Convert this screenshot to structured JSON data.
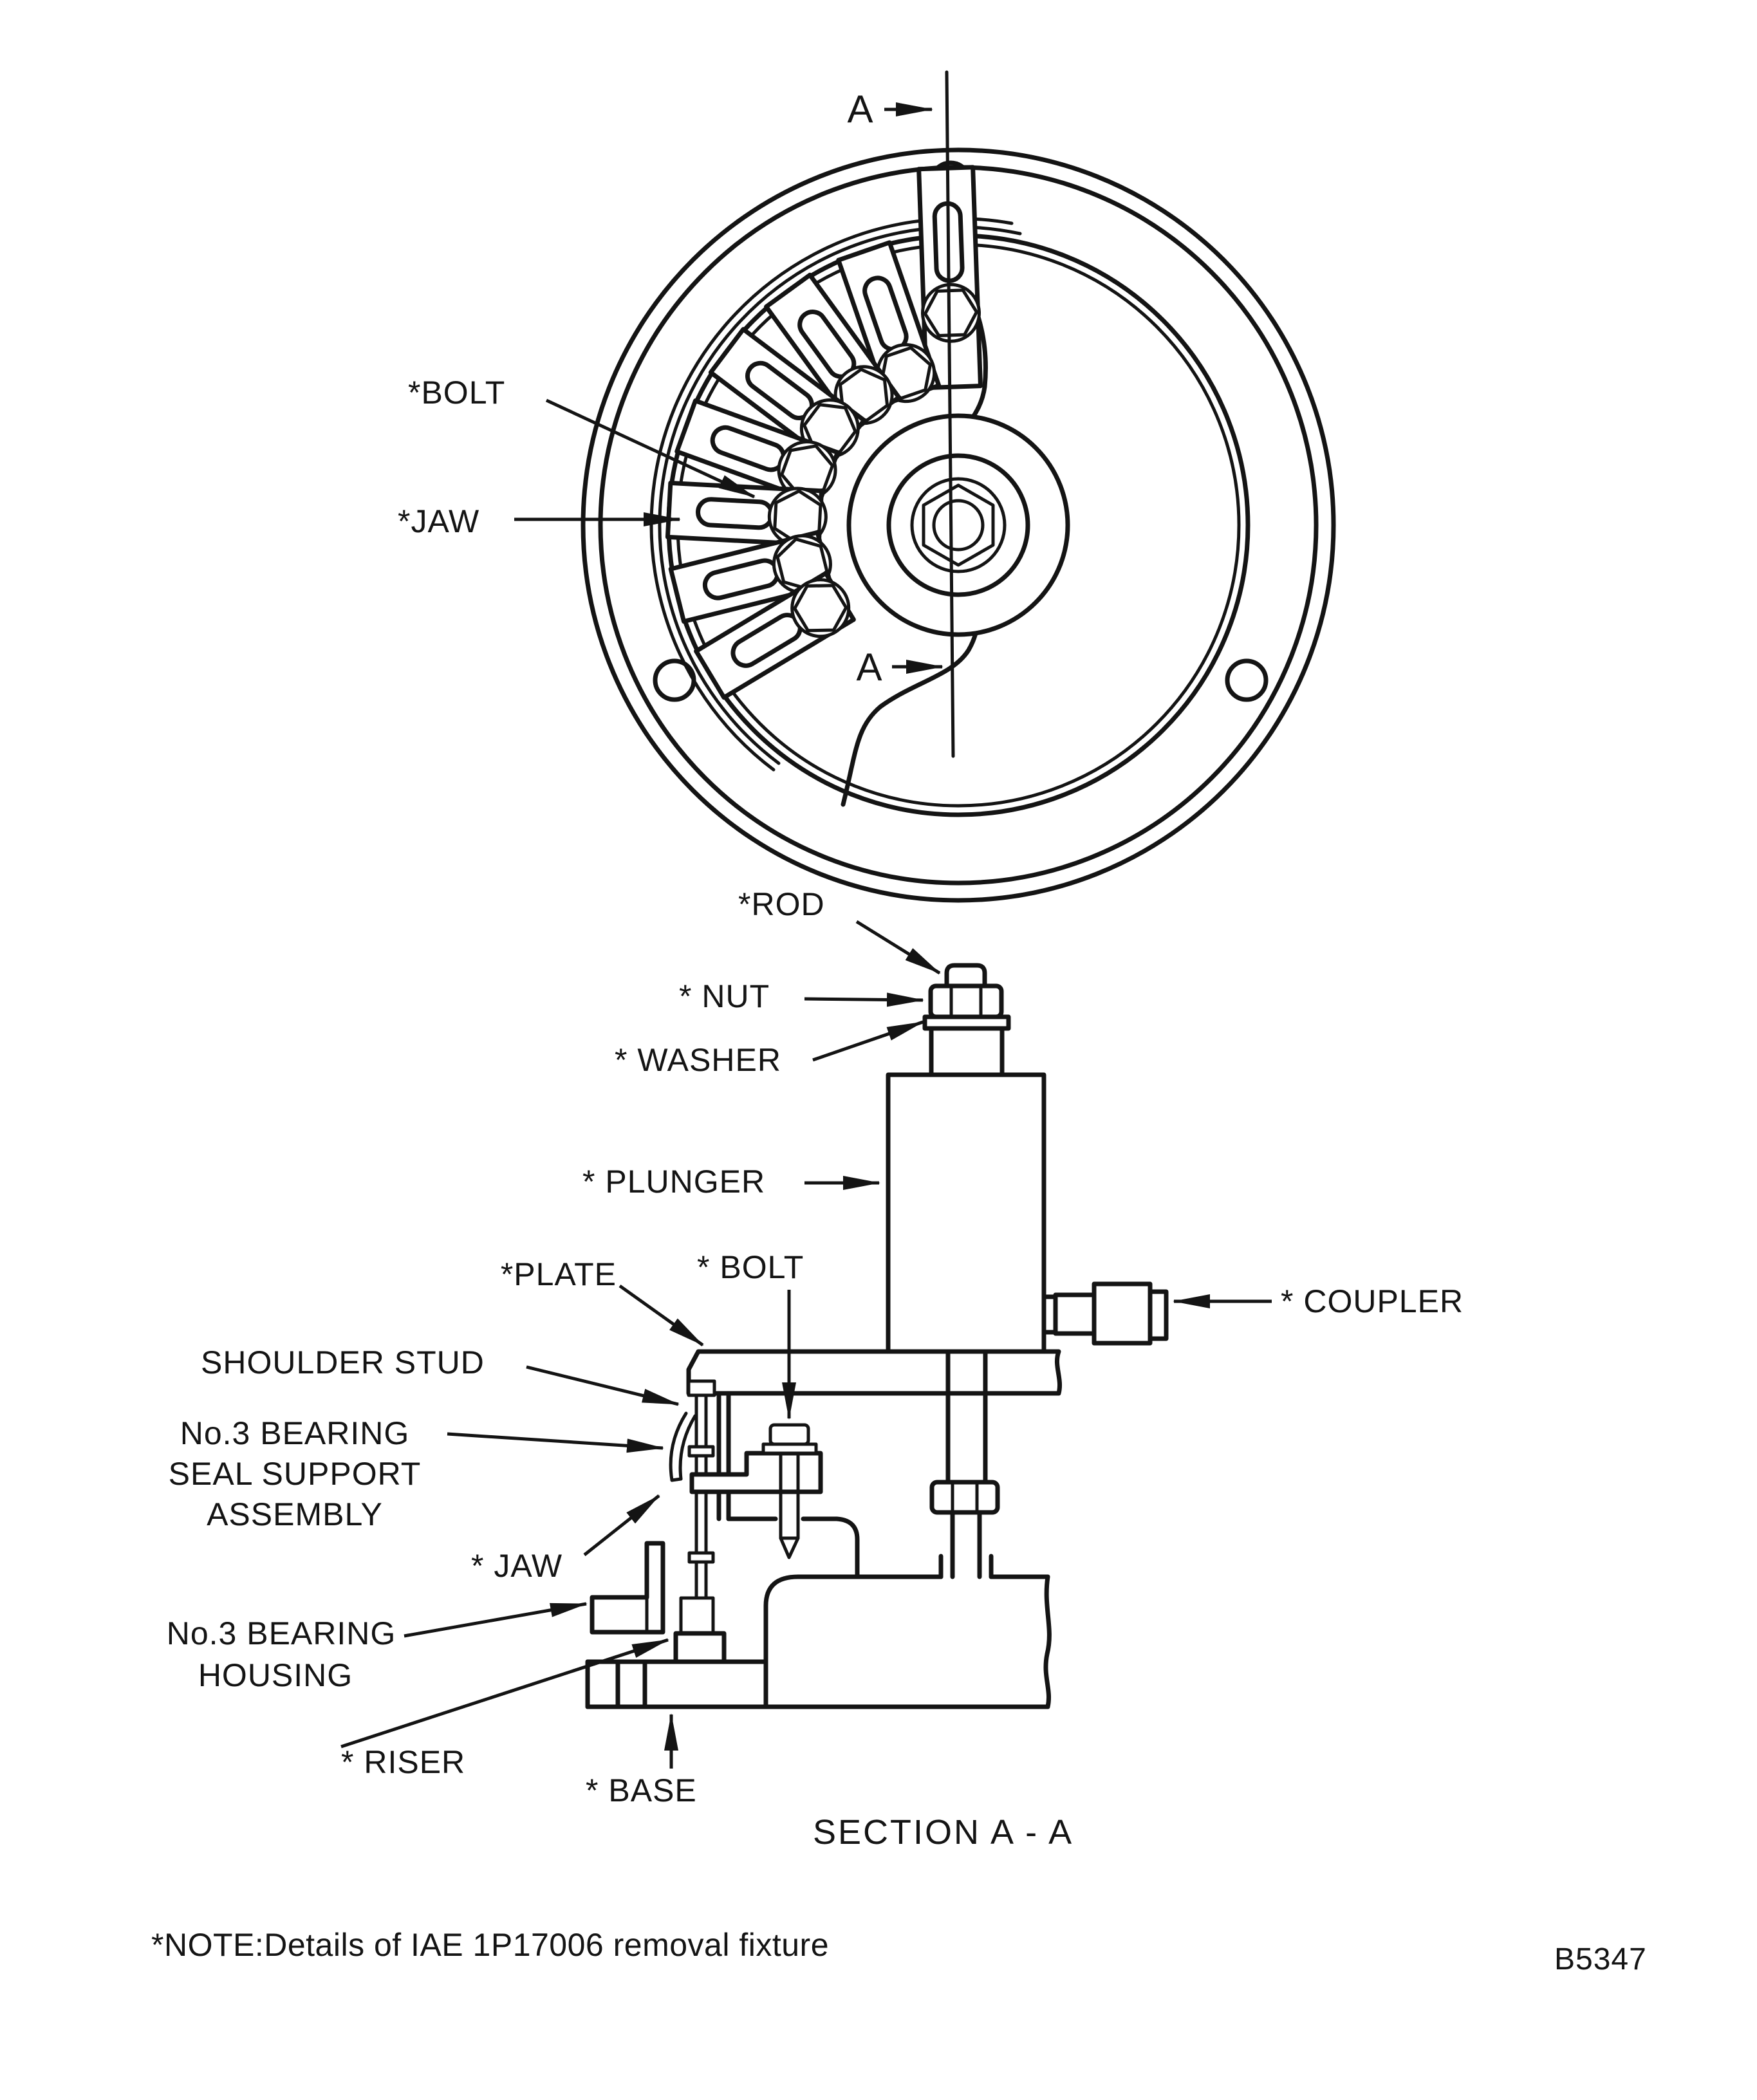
{
  "page": {
    "background": "#ffffff",
    "ink": "#141414"
  },
  "figure": {
    "kind": "engineering-diagram",
    "top_view": {
      "section_letter_top": "A",
      "section_letter_bottom": "A",
      "labels": {
        "bolt": "*BOLT",
        "jaw": "*JAW"
      }
    },
    "section_view": {
      "labels": {
        "rod": "*ROD",
        "nut": "* NUT",
        "washer": "* WASHER",
        "plunger": "* PLUNGER",
        "plate": "*PLATE",
        "bolt": "* BOLT",
        "coupler": "* COUPLER",
        "shoulder_stud": "SHOULDER STUD",
        "bearing_seal_line1": "No.3 BEARING",
        "bearing_seal_line2": "SEAL SUPPORT",
        "bearing_seal_line3": "ASSEMBLY",
        "jaw": "* JAW",
        "bearing_housing_line1": "No.3 BEARING",
        "bearing_housing_line2": "HOUSING",
        "riser": "* RISER",
        "base": "* BASE"
      },
      "title": "SECTION A - A"
    },
    "footer": {
      "note": "*NOTE:Details of IAE 1P17006 removal fixture",
      "figure_code": "B5347"
    }
  }
}
